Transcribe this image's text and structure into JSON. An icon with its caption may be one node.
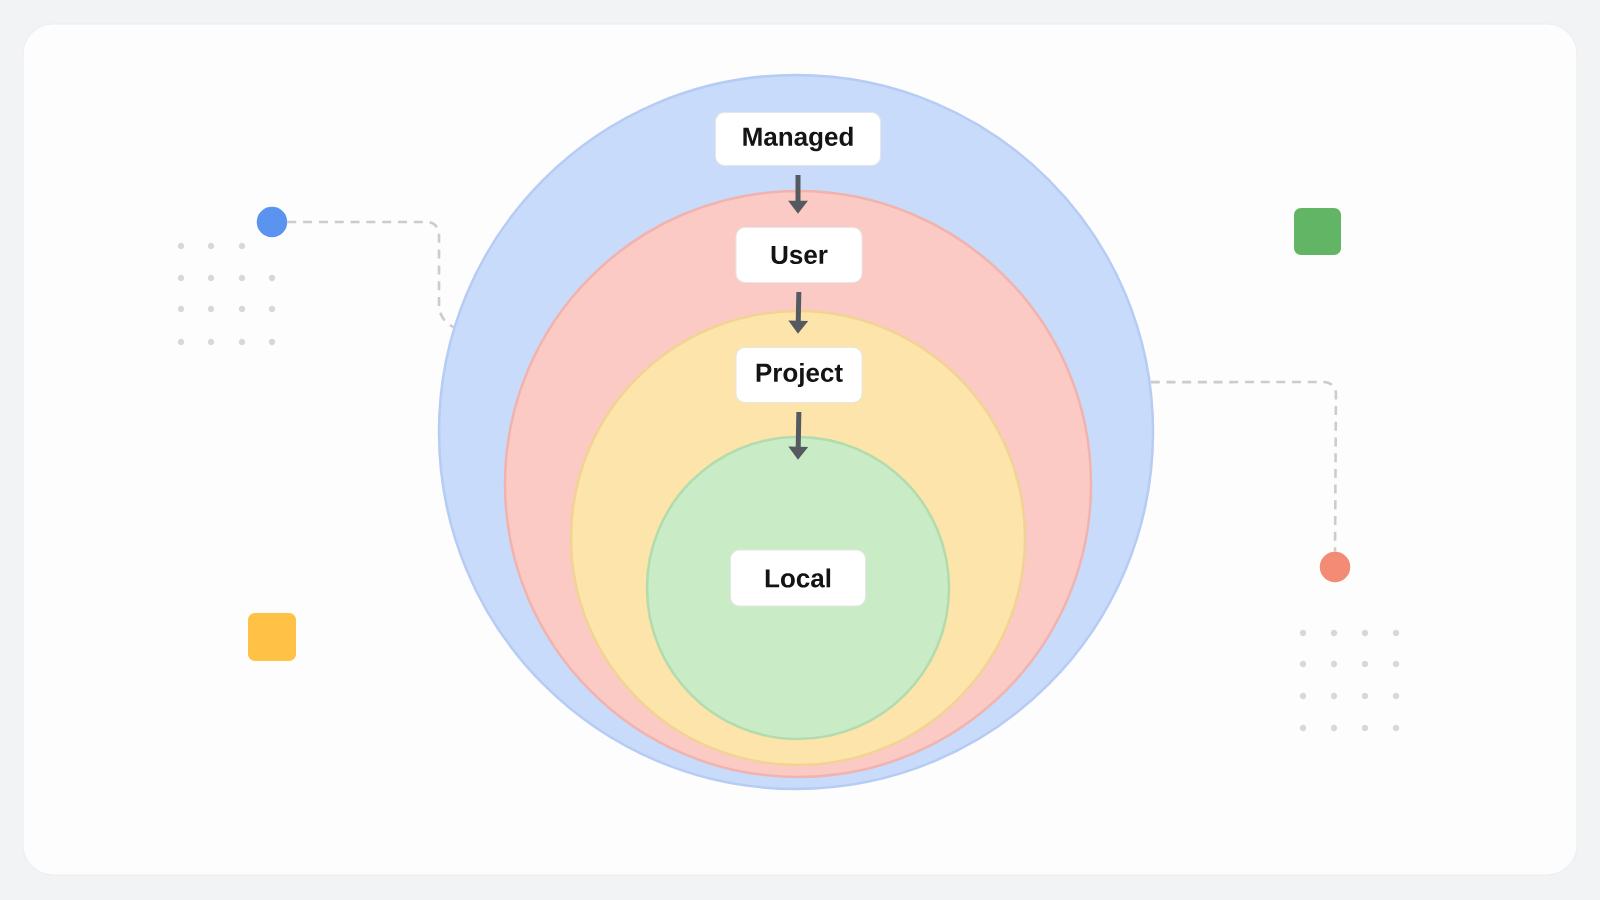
{
  "diagram": {
    "nodes": [
      {
        "text": [],
        "shape": "circle"
      },
      {
        "text": [
          "Managed"
        ],
        "in": 0
      },
      {
        "text": [],
        "shape": "circle",
        "in": 0
      },
      {
        "text": [
          "User"
        ],
        "in": 2
      },
      {
        "text": [],
        "shape": "circle",
        "in": 2
      },
      {
        "text": [
          "Project"
        ],
        "in": 4
      },
      {
        "text": [],
        "shape": "circle",
        "in": 4
      },
      {
        "text": [
          "Local"
        ],
        "in": 6
      },
      {
        "text": [],
        "shape": "circle"
      },
      {
        "text": [],
        "shape": "circle"
      }
    ],
    "edges": [
      {
        "from": 1,
        "to": 2,
        "arrow": "to"
      },
      {
        "from": 3,
        "to": 4,
        "arrow": "to"
      },
      {
        "from": 5,
        "to": 6,
        "arrow": "to"
      },
      {
        "from": 8,
        "to": 0,
        "arrow": "none",
        "style": "dashed",
        "color": "#cccccc"
      },
      {
        "from": 0,
        "to": 9,
        "arrow": "none",
        "style": "dashed",
        "color": "#cccccc"
      }
    ]
  }
}
